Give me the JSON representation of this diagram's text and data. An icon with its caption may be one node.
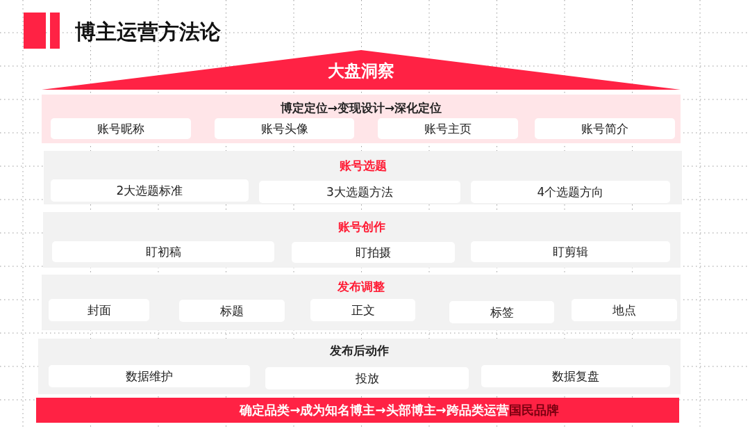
{
  "diagram": {
    "title": "博主运营方法论",
    "nodes": [
      {
        "text": [
          "大盘洞察"
        ]
      },
      {
        "text": [
          "博定定位→变现设计→深化定位"
        ]
      },
      {
        "text": [
          "账号昵称"
        ],
        "in": 1
      },
      {
        "text": [
          "账号头像"
        ],
        "in": 1
      },
      {
        "text": [
          "账号主页"
        ],
        "in": 1
      },
      {
        "text": [
          "账号简介"
        ],
        "in": 1
      },
      {
        "text": [
          "账号选题"
        ]
      },
      {
        "text": [
          "2大选题标准"
        ],
        "in": 6
      },
      {
        "text": [
          "3大选题方法"
        ],
        "in": 6
      },
      {
        "text": [
          "4个选题方向"
        ],
        "in": 6
      },
      {
        "text": [
          "账号创作"
        ]
      },
      {
        "text": [
          "盯初稿"
        ],
        "in": 10
      },
      {
        "text": [
          "盯拍摄"
        ],
        "in": 10
      },
      {
        "text": [
          "盯剪辑"
        ],
        "in": 10
      },
      {
        "text": [
          "发布调整"
        ]
      },
      {
        "text": [
          "封面"
        ],
        "in": 14
      },
      {
        "text": [
          "标题"
        ],
        "in": 14
      },
      {
        "text": [
          "正文"
        ],
        "in": 14
      },
      {
        "text": [
          "标签"
        ],
        "in": 14
      },
      {
        "text": [
          "地点"
        ],
        "in": 14
      },
      {
        "text": [
          "发布后动作"
        ]
      },
      {
        "text": [
          "数据维护"
        ],
        "in": 20
      },
      {
        "text": [
          "投放"
        ],
        "in": 20
      },
      {
        "text": [
          "数据复盘"
        ],
        "in": 20
      },
      {
        "text": [
          "确定品类→成为知名博主→头部博主→跨品类运营",
          "国民品牌"
        ]
      }
    ]
  }
}
